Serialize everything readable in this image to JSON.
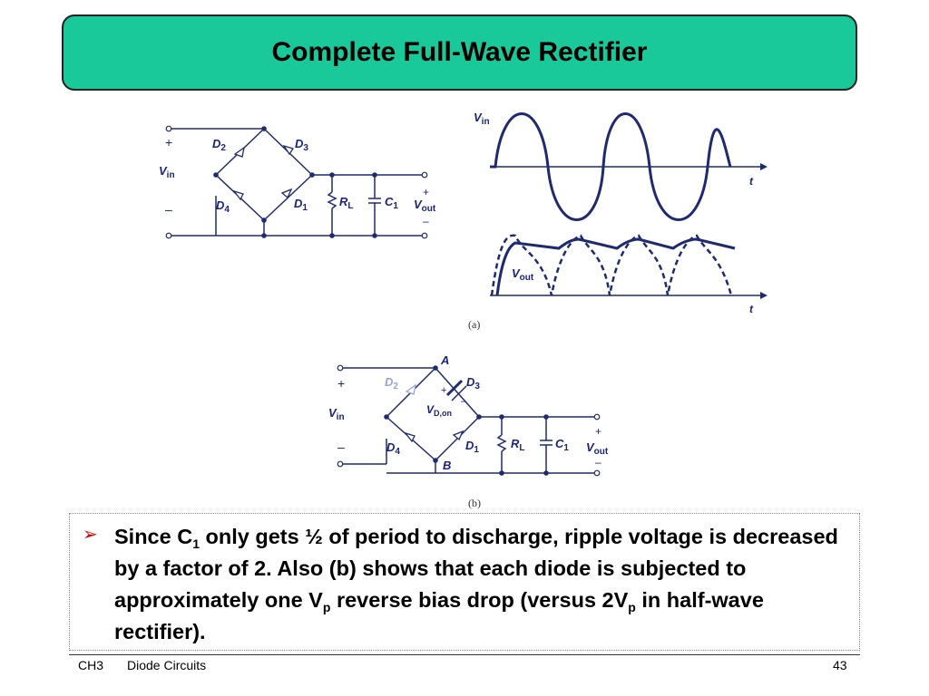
{
  "title": "Complete Full-Wave Rectifier",
  "figure_a": {
    "caption": "(a)",
    "labels": {
      "plus": "+",
      "minus": "–",
      "vin": "V",
      "vin_sub": "in",
      "d1": "D",
      "d1_sub": "1",
      "d2": "D",
      "d2_sub": "2",
      "d3": "D",
      "d3_sub": "3",
      "d4": "D",
      "d4_sub": "4",
      "rl": "R",
      "rl_sub": "L",
      "c1": "C",
      "c1_sub": "1",
      "vout": "V",
      "vout_sub": "out",
      "out_plus": "+",
      "out_minus": "–"
    }
  },
  "waveforms": {
    "top_label": "V",
    "top_label_sub": "in",
    "bottom_label": "V",
    "bottom_label_sub": "out",
    "t_label": "t"
  },
  "figure_b": {
    "caption": "(b)",
    "labels": {
      "plus": "+",
      "minus": "–",
      "vin": "V",
      "vin_sub": "in",
      "a": "A",
      "b": "B",
      "d1": "D",
      "d1_sub": "1",
      "d2": "D",
      "d2_sub": "2",
      "d3": "D",
      "d3_sub": "3",
      "d4": "D",
      "d4_sub": "4",
      "vdon": "V",
      "vdon_sub": "D,on",
      "d3_plus": "+",
      "d3_minus": "–",
      "rl": "R",
      "rl_sub": "L",
      "c1": "C",
      "c1_sub": "1",
      "vout": "V",
      "vout_sub": "out",
      "out_plus": "+",
      "out_minus": "–"
    }
  },
  "bullet": {
    "part1": "Since C",
    "sub1": "1",
    "part2": " only gets ½ of period to discharge, ripple voltage is decreased by a factor of 2.  Also (b) shows that each diode is  subjected to approximately one V",
    "sub2": "p",
    "part3": " reverse bias drop (versus 2V",
    "sub3": "p",
    "part4": " in half-wave rectifier)."
  },
  "footer": {
    "chapter": "CH3",
    "section": "Diode Circuits",
    "page": "43"
  }
}
